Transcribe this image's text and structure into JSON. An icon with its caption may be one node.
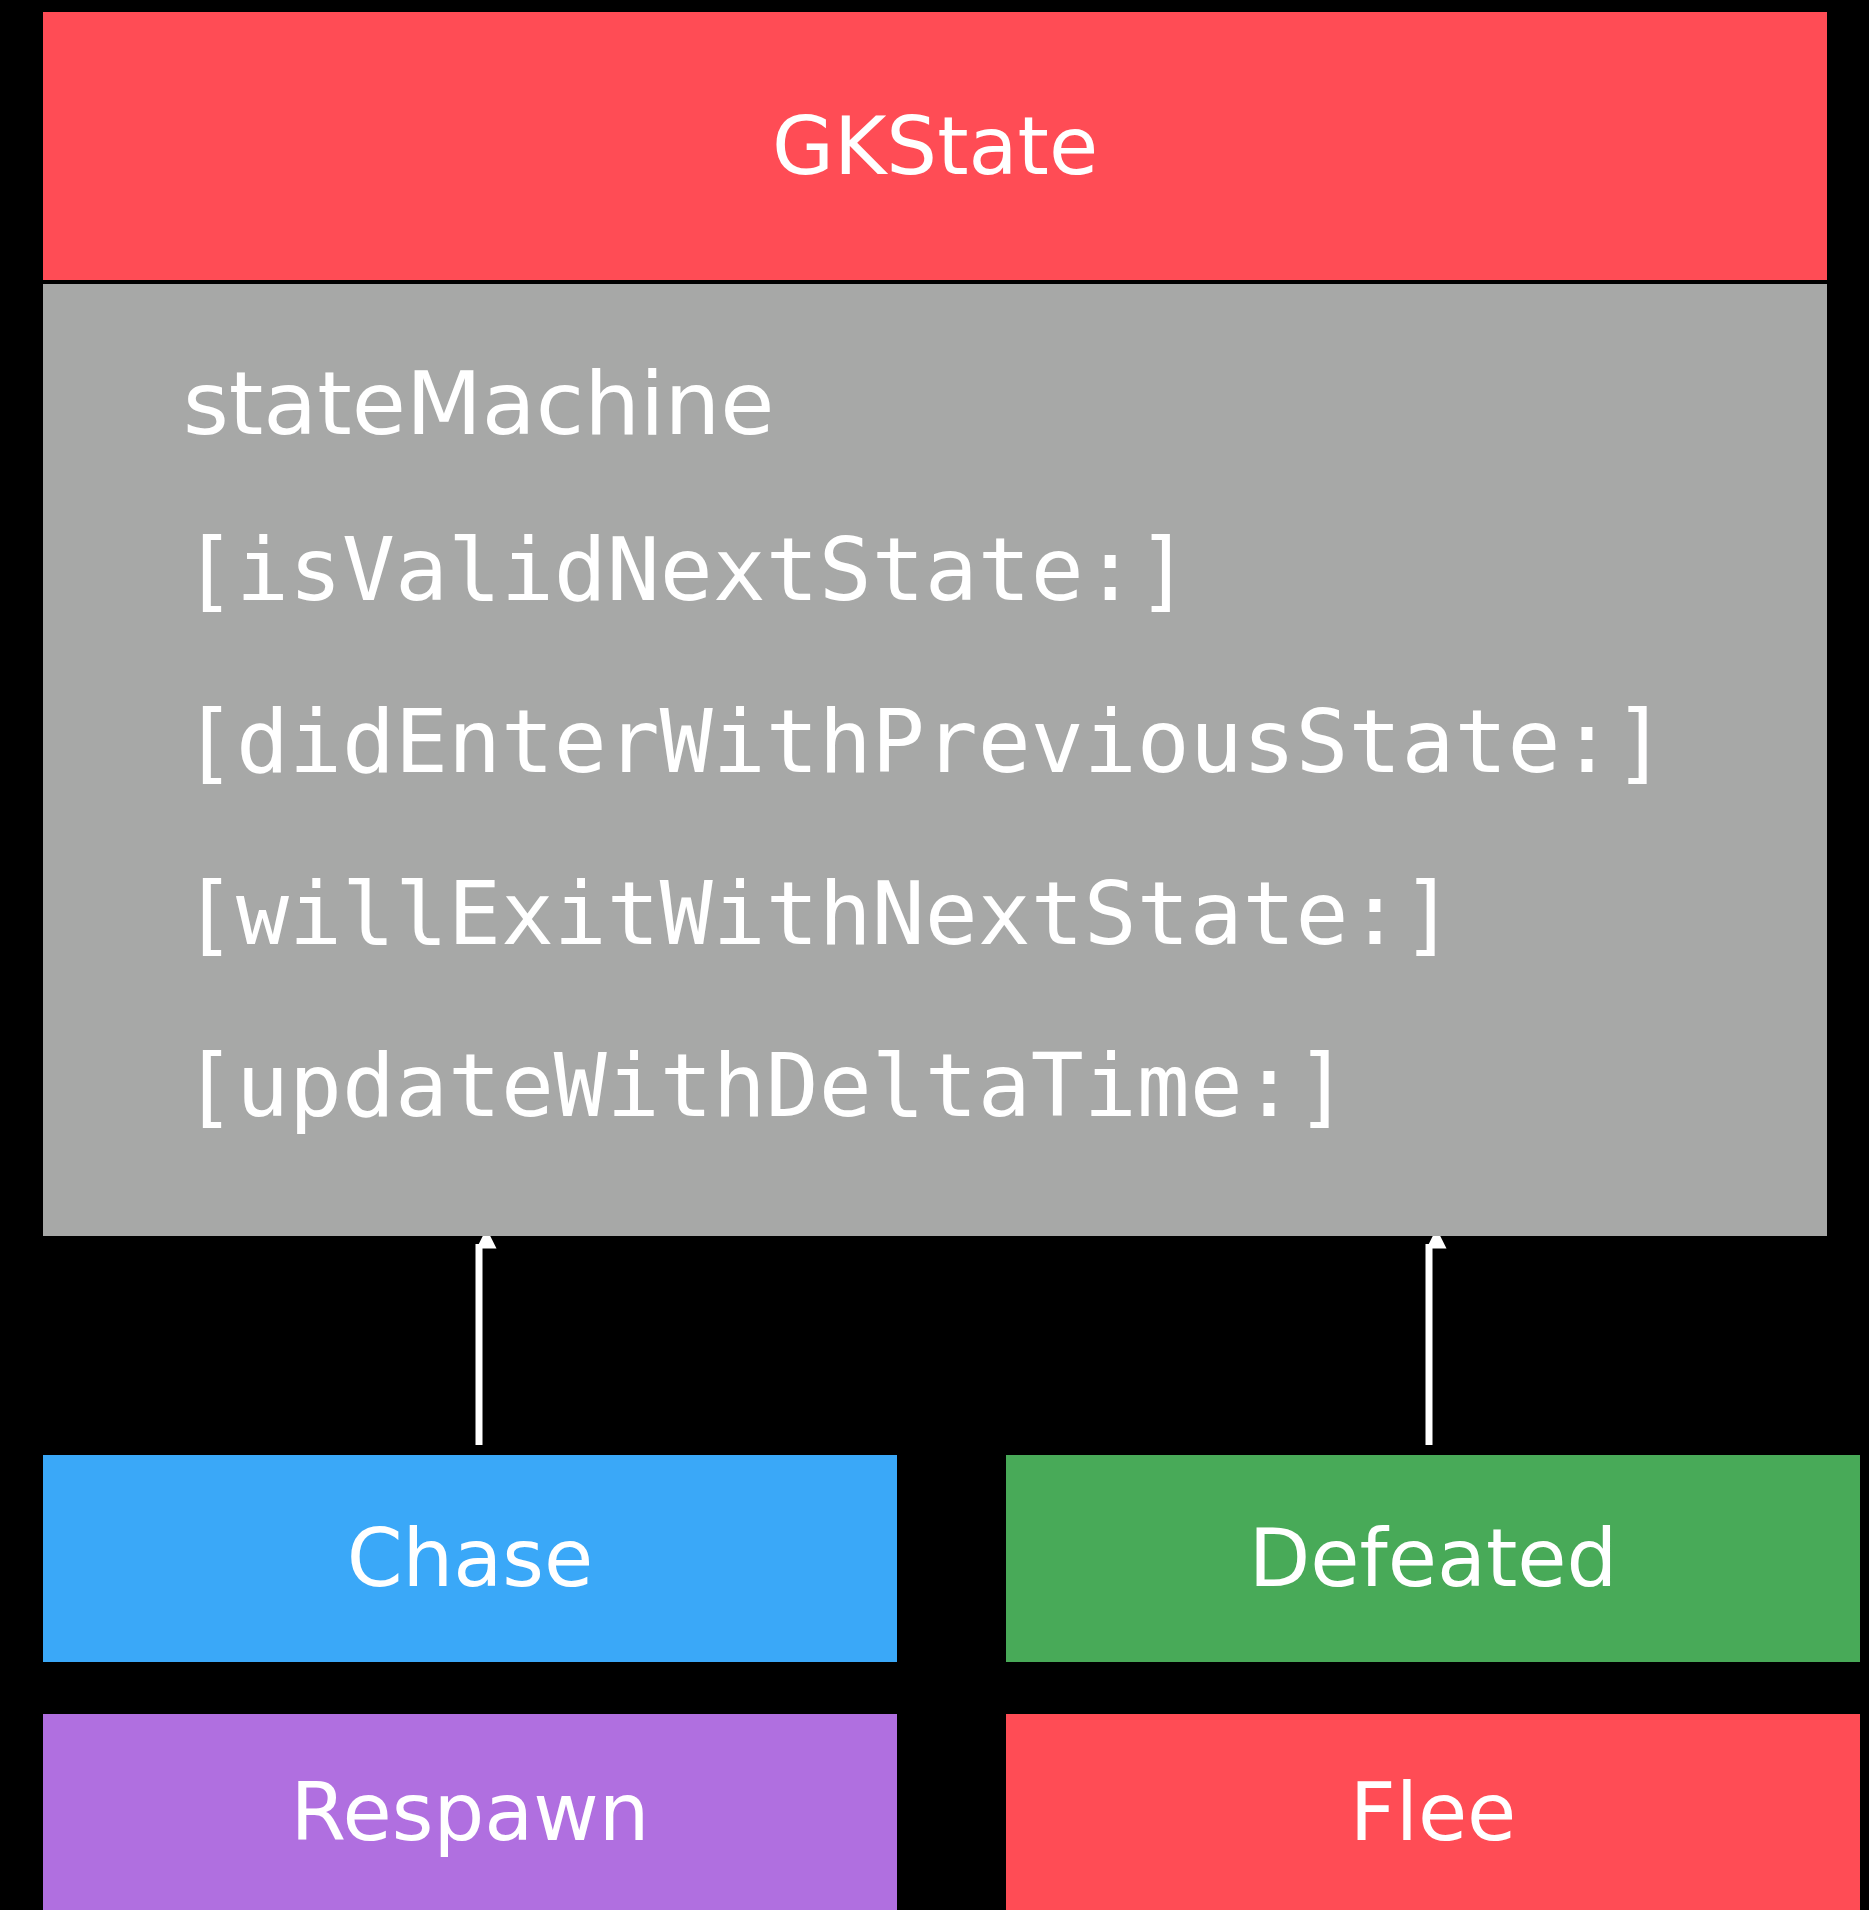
{
  "diagram": {
    "nodes": [
      {
        "text": [
          "GKState"
        ]
      },
      {
        "text": [
          "stateMachine",
          "[isValidNextState:]",
          "[didEnterWithPreviousState:]",
          "[willExitWithNextState:]",
          "[updateWithDeltaTime:]"
        ]
      },
      {
        "text": [
          "Chase"
        ]
      },
      {
        "text": [
          "Defeated"
        ]
      },
      {
        "text": [
          "Respawn"
        ]
      },
      {
        "text": [
          "Flee"
        ]
      }
    ],
    "edges": [
      {
        "from": 2,
        "to": 1,
        "arrow": "to"
      },
      {
        "from": 3,
        "to": 1,
        "arrow": "to"
      }
    ]
  }
}
